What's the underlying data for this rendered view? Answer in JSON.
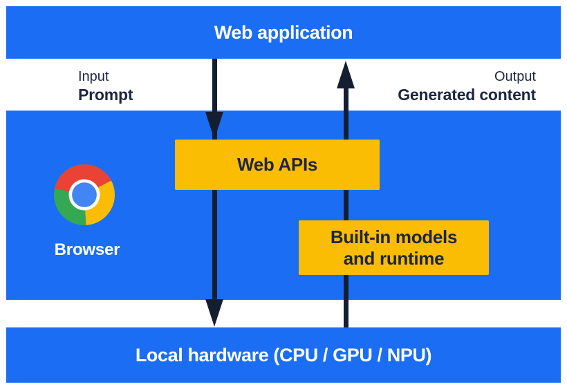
{
  "diagram": {
    "top_bar": {
      "label": "Web application"
    },
    "flow": {
      "input_title": "Input",
      "input_value": "Prompt",
      "input_arrow_direction": "down",
      "output_title": "Output",
      "output_value": "Generated content",
      "output_arrow_direction": "up"
    },
    "browser": {
      "label": "Browser",
      "logo_icon": "chrome-logo"
    },
    "boxes": {
      "web_apis": {
        "label": "Web APIs"
      },
      "builtin": {
        "line1": "Built-in models",
        "line2": "and runtime"
      }
    },
    "bottom_bar": {
      "label": "Local hardware (CPU / GPU / NPU)"
    },
    "colors": {
      "background_blue": "#1b6ef3",
      "box_yellow": "#fbbc04",
      "text_navy": "#1c2641",
      "arrow_navy": "#151e31",
      "text_white": "#ffffff",
      "chrome_red": "#ea4335",
      "chrome_yellow": "#fbbc04",
      "chrome_green": "#34a853",
      "chrome_center_blue": "#4285f4"
    }
  }
}
